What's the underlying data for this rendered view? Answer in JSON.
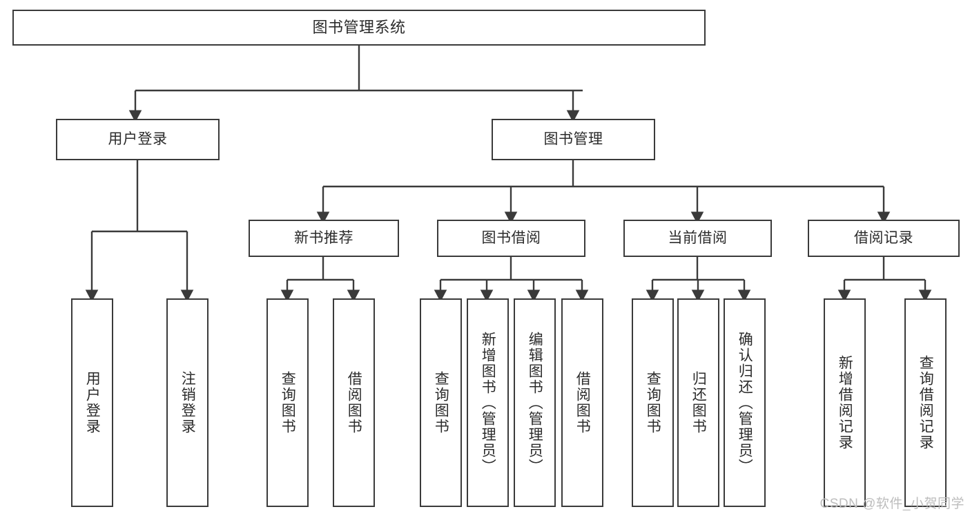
{
  "diagram": {
    "title": "图书管理系统",
    "type": "tree-hierarchy",
    "orientation": "top-down",
    "colors": {
      "box_border": "#3a3a3a",
      "box_fill": "#ffffff",
      "text": "#2b2b2b",
      "edge": "#3a3a3a",
      "watermark": "#bdbdbd",
      "background": "#ffffff"
    }
  },
  "watermark": {
    "text": "CSDN @软件_小贺同学"
  },
  "nodes": {
    "root": {
      "label": "图书管理系统"
    },
    "level2": [
      {
        "id": "user-login",
        "label": "用户登录"
      },
      {
        "id": "book-manage",
        "label": "图书管理"
      }
    ],
    "level3": [
      {
        "id": "new-book-recommend",
        "label": "新书推荐"
      },
      {
        "id": "book-borrow",
        "label": "图书借阅"
      },
      {
        "id": "current-borrow",
        "label": "当前借阅"
      },
      {
        "id": "borrow-record",
        "label": "借阅记录"
      }
    ],
    "leaves": {
      "user-login": [
        {
          "id": "leaf-user-login",
          "label": "用户登录"
        },
        {
          "id": "leaf-user-logout",
          "label": "注销登录"
        }
      ],
      "new-book-recommend": [
        {
          "id": "leaf-query-book-1",
          "label": "查询图书"
        },
        {
          "id": "leaf-borrow-book-1",
          "label": "借阅图书"
        }
      ],
      "book-borrow": [
        {
          "id": "leaf-query-book-2",
          "label": "查询图书"
        },
        {
          "id": "leaf-add-book",
          "label": "新增图书（管理员）"
        },
        {
          "id": "leaf-edit-book",
          "label": "编辑图书（管理员）"
        },
        {
          "id": "leaf-borrow-book-2",
          "label": "借阅图书"
        }
      ],
      "current-borrow": [
        {
          "id": "leaf-query-book-3",
          "label": "查询图书"
        },
        {
          "id": "leaf-return-book",
          "label": "归还图书"
        },
        {
          "id": "leaf-confirm-return",
          "label": "确认归还（管理员）"
        }
      ],
      "borrow-record": [
        {
          "id": "leaf-add-record",
          "label": "新增借阅记录"
        },
        {
          "id": "leaf-query-record",
          "label": "查询借阅记录"
        }
      ]
    }
  }
}
